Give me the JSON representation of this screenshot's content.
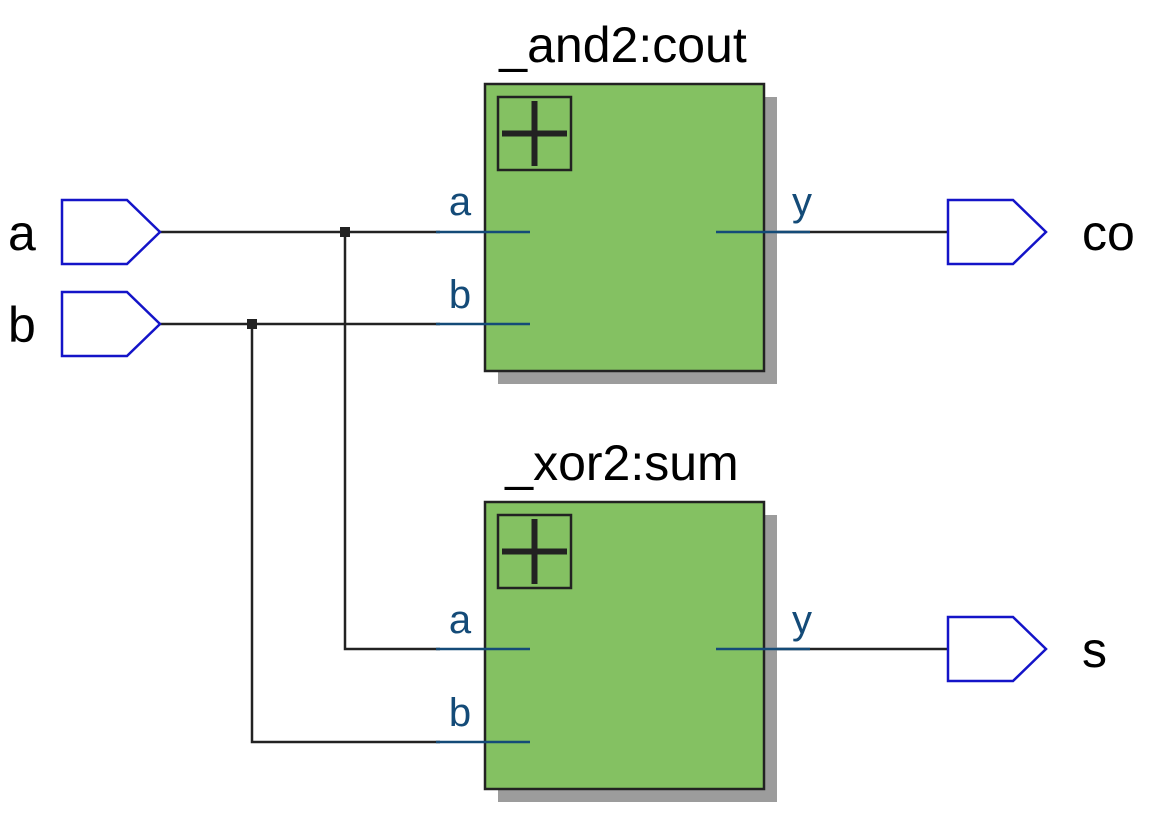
{
  "colors": {
    "cell_fill": "#84c162",
    "cell_shadow": "#9c9c9c",
    "port_stroke": "#1414c8",
    "pin_color": "#144b78",
    "wire": "#222222"
  },
  "ports": {
    "inputs": [
      {
        "name": "a"
      },
      {
        "name": "b"
      }
    ],
    "outputs": [
      {
        "name": "co"
      },
      {
        "name": "s"
      }
    ]
  },
  "cells": [
    {
      "title": "_and2:cout",
      "icon": "expand-plus-icon",
      "pins": {
        "in": [
          "a",
          "b"
        ],
        "out": [
          "y"
        ]
      }
    },
    {
      "title": "_xor2:sum",
      "icon": "expand-plus-icon",
      "pins": {
        "in": [
          "a",
          "b"
        ],
        "out": [
          "y"
        ]
      }
    }
  ]
}
